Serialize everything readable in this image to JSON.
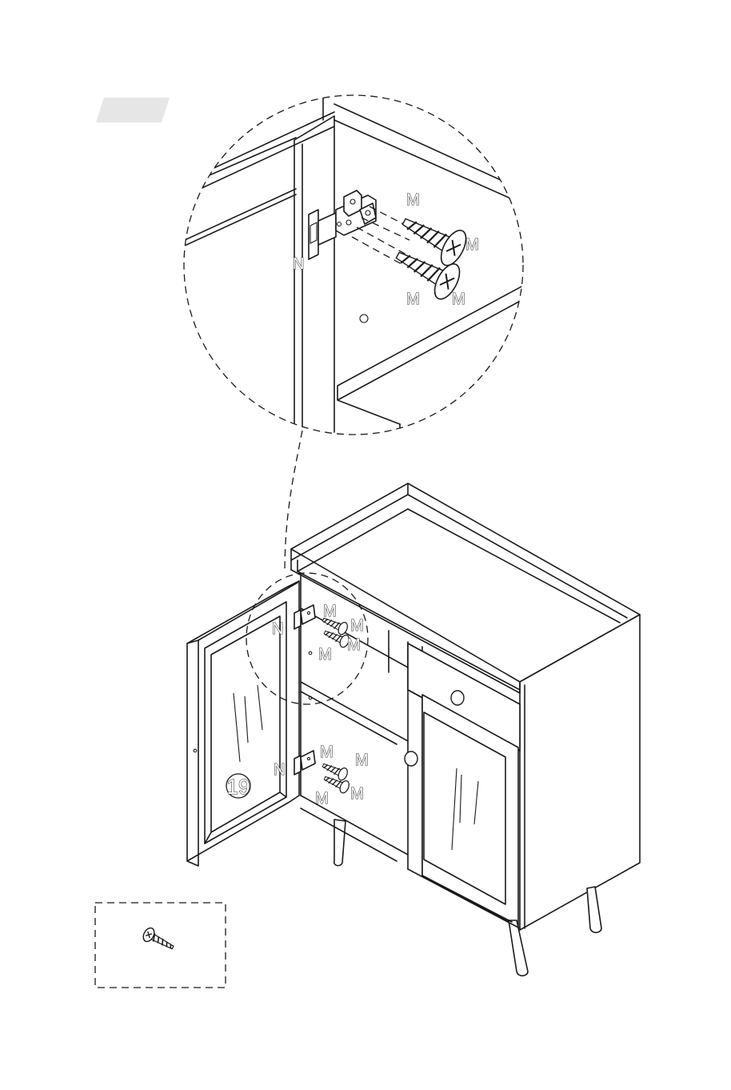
{
  "step_badge": {
    "label": "",
    "color": "#e6e6e6"
  },
  "detail_view": {
    "labels": {
      "hinge": "N",
      "screw_top": "M",
      "screw_right": "M",
      "screw_bottom_left": "M",
      "screw_bottom_right": "M"
    }
  },
  "overview": {
    "part_number": "19",
    "upper_hinge_labels": {
      "hinge": "N",
      "screw_top": "M",
      "screw_right_a": "M",
      "screw_right_b": "M",
      "screw_bottom": "M"
    },
    "lower_hinge_labels": {
      "hinge": "N",
      "screw_top": "M",
      "screw_right_a": "M",
      "screw_right_b": "M",
      "screw_bottom": "M"
    }
  },
  "hardware_box": {
    "icon": "screw-icon"
  },
  "colors": {
    "line": "#1a1a1a",
    "background": "#ffffff",
    "badge": "#e6e6e6"
  }
}
